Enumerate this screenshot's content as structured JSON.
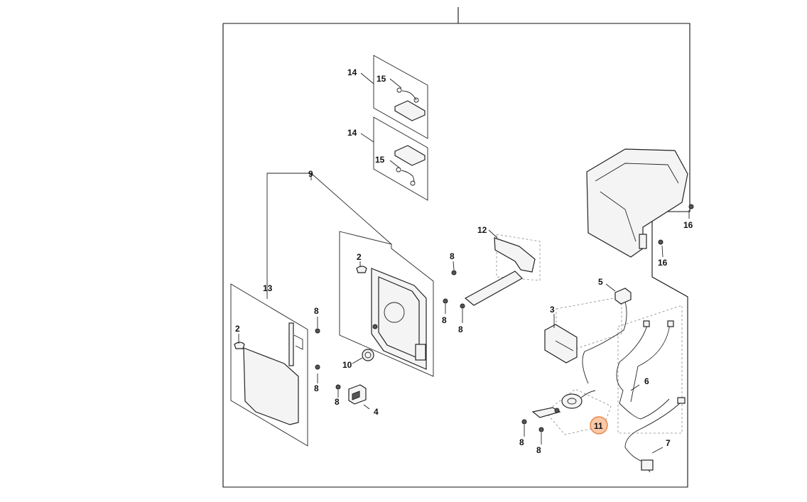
{
  "diagram": {
    "callouts": [
      {
        "id": "c14a",
        "text": "14"
      },
      {
        "id": "c15a",
        "text": "15"
      },
      {
        "id": "c14b",
        "text": "14"
      },
      {
        "id": "c15b",
        "text": "15"
      },
      {
        "id": "c9",
        "text": "9"
      },
      {
        "id": "c13",
        "text": "13"
      },
      {
        "id": "c2a",
        "text": "2"
      },
      {
        "id": "c2b",
        "text": "2"
      },
      {
        "id": "c8a",
        "text": "8"
      },
      {
        "id": "c8b",
        "text": "8"
      },
      {
        "id": "c10",
        "text": "10"
      },
      {
        "id": "c8c",
        "text": "8"
      },
      {
        "id": "c4",
        "text": "4"
      },
      {
        "id": "c12",
        "text": "12"
      },
      {
        "id": "c8d",
        "text": "8"
      },
      {
        "id": "c8e",
        "text": "8"
      },
      {
        "id": "c8f",
        "text": "8"
      },
      {
        "id": "c3",
        "text": "3"
      },
      {
        "id": "c5",
        "text": "5"
      },
      {
        "id": "c16a",
        "text": "16"
      },
      {
        "id": "c16b",
        "text": "16"
      },
      {
        "id": "c6",
        "text": "6"
      },
      {
        "id": "c11",
        "text": "11"
      },
      {
        "id": "c8g",
        "text": "8"
      },
      {
        "id": "c8h",
        "text": "8"
      },
      {
        "id": "c7",
        "text": "7"
      }
    ],
    "highlighted_callout": "11",
    "highlight_color": "#f9c9a8"
  }
}
